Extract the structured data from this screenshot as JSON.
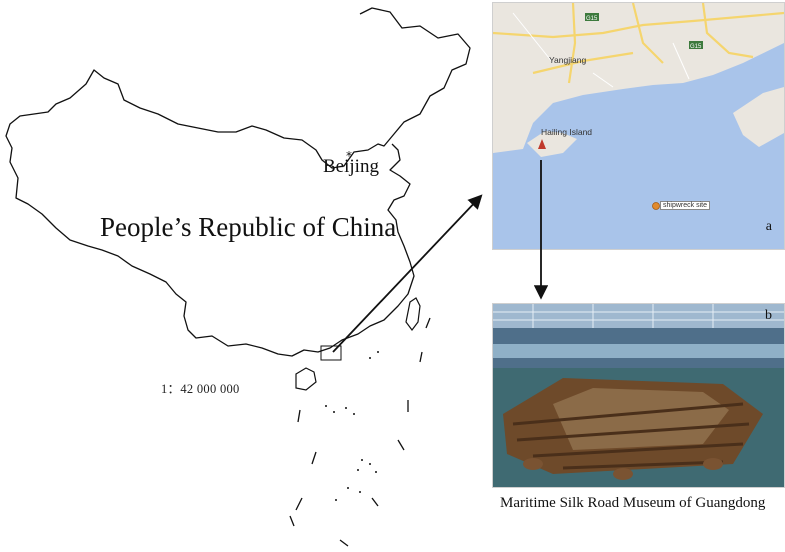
{
  "china_map": {
    "country_label": "People’s Republic of China",
    "capital_label": "Beijing",
    "scale_label": "1：42 000 000"
  },
  "panel_a": {
    "letter": "a",
    "town_yangjiang": "Yangjiang",
    "town_hailing": "Hailing Island",
    "marker_label": "shipwreck site",
    "road_shield_1": "G15",
    "road_shield_2": "G15",
    "colors": {
      "sea": "#a9c4ea",
      "land": "#eae6df",
      "road": "#f5d56e",
      "marker": "#c0392b"
    }
  },
  "panel_b": {
    "letter": "b",
    "caption": "Maritime Silk Road Museum of Guangdong"
  }
}
